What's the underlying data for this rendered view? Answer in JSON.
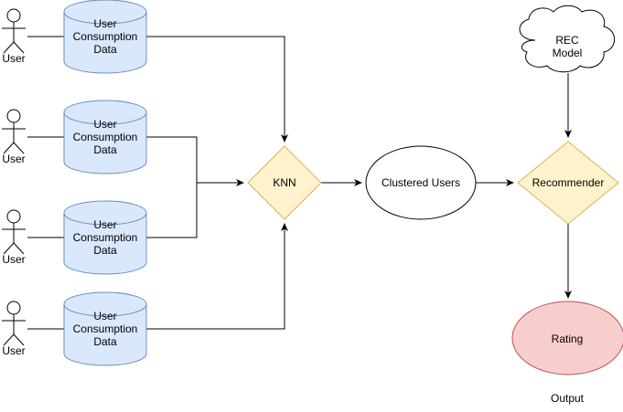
{
  "colors": {
    "db_fill": "#dae8fc",
    "db_stroke": "#6c8ebf",
    "decision_fill": "#fff2cc",
    "decision_stroke": "#d6b656",
    "output_fill": "#f8cecc",
    "output_stroke": "#b85450",
    "line": "#000000"
  },
  "users": [
    {
      "label": "User",
      "db_lines": [
        "User",
        "Consumption",
        "Data"
      ]
    },
    {
      "label": "User",
      "db_lines": [
        "User",
        "Consumption",
        "Data"
      ]
    },
    {
      "label": "User",
      "db_lines": [
        "User",
        "Consumption",
        "Data"
      ]
    },
    {
      "label": "User",
      "db_lines": [
        "User",
        "Consumption",
        "Data"
      ]
    }
  ],
  "knn": {
    "label": "KNN"
  },
  "clustered": {
    "label": "Clustered Users"
  },
  "rec_model": {
    "lines": [
      "REC",
      "Model"
    ]
  },
  "recommender": {
    "label": "Recommender"
  },
  "rating": {
    "label": "Rating"
  },
  "output": {
    "label": "Output"
  }
}
